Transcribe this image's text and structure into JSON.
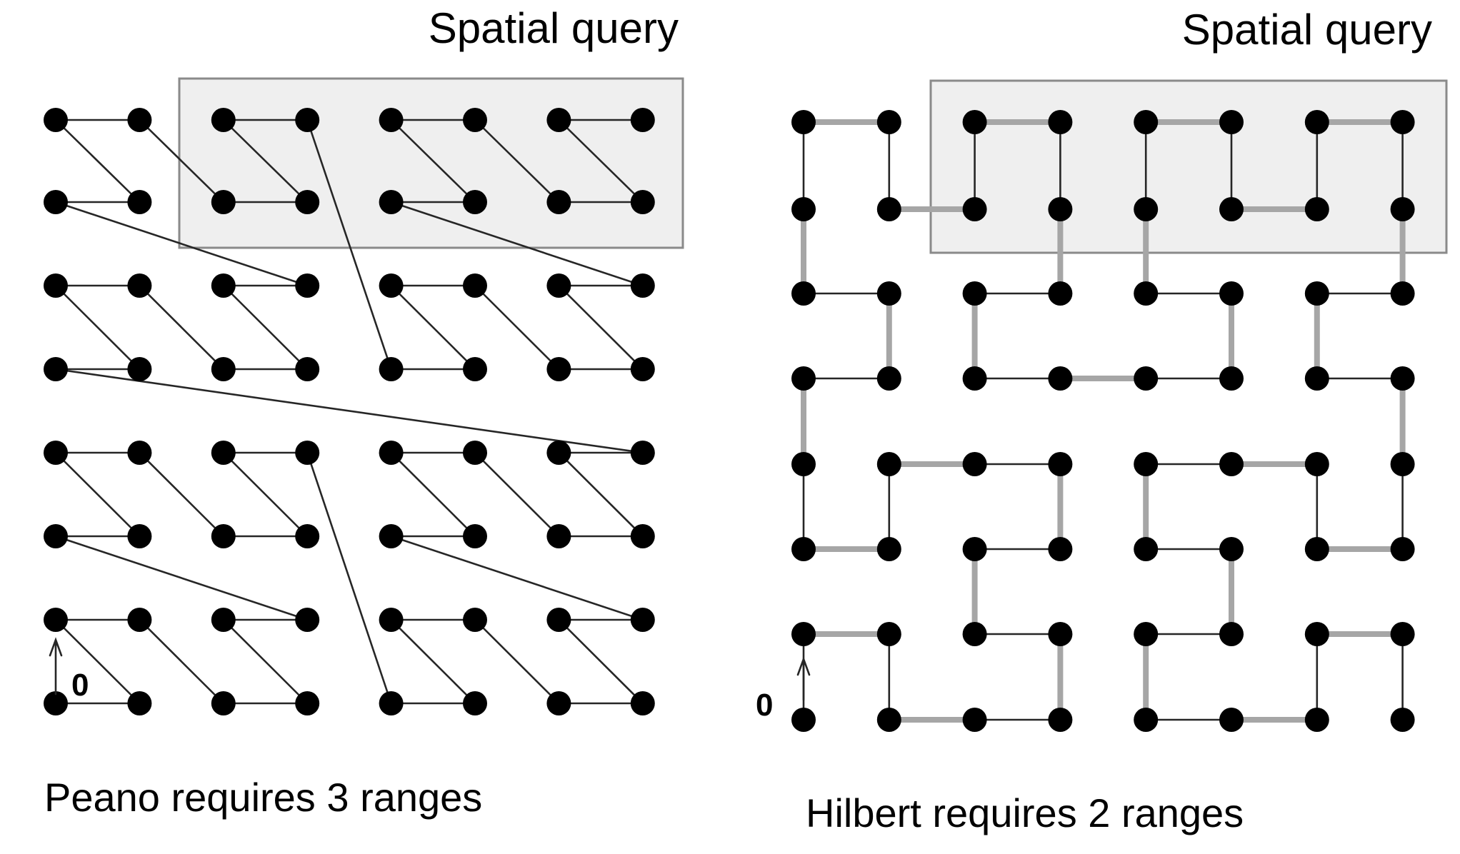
{
  "panels": [
    {
      "id": "peano",
      "query_label": "Spatial query",
      "caption": "Peano requires 3 ranges",
      "origin_label": "0",
      "grid": {
        "cols": 8,
        "rows": 8
      },
      "query_region": {
        "cols": [
          2,
          7
        ],
        "rows": [
          6,
          7
        ]
      },
      "curve": "z-order"
    },
    {
      "id": "hilbert",
      "query_label": "Spatial query",
      "caption": "Hilbert requires 2 ranges",
      "origin_label": "0",
      "grid": {
        "cols": 8,
        "rows": 8
      },
      "query_region": {
        "cols": [
          2,
          7
        ],
        "rows": [
          6,
          7
        ]
      },
      "curve": "hilbert"
    }
  ],
  "colors": {
    "background": "#ffffff",
    "query_fill": "#efefef",
    "query_stroke": "#8a8a8a",
    "node": "#000000",
    "thin_edge": "#262626",
    "thick_edge": "#a6a6a6"
  }
}
